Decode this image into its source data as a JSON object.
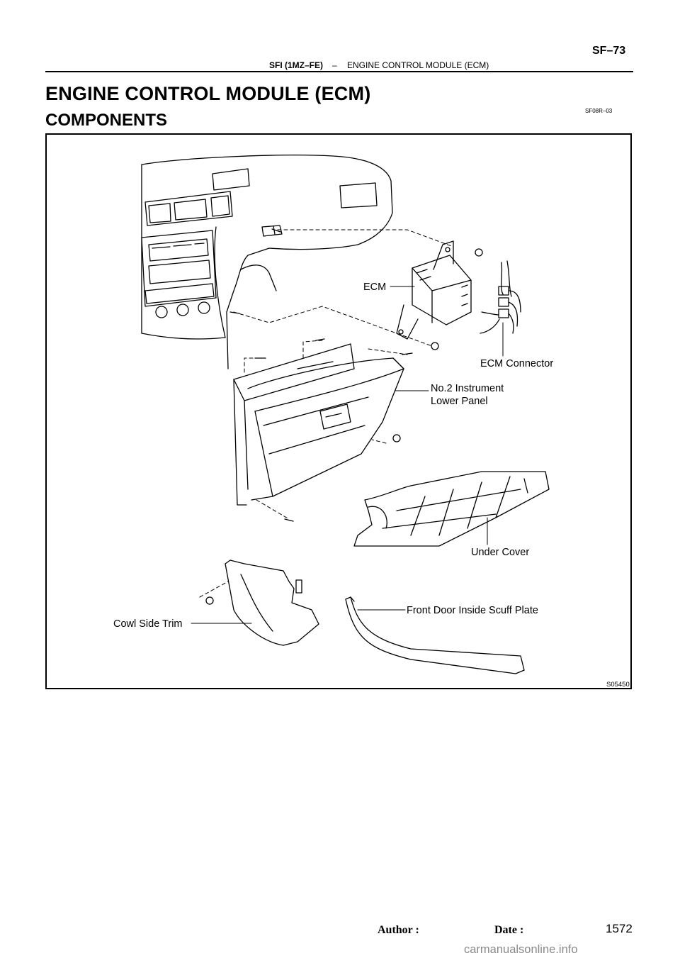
{
  "header": {
    "page_number": "SF–73",
    "left": "SFI (1MZ–FE)",
    "separator": "–",
    "right": "ENGINE CONTROL MODULE (ECM)"
  },
  "title": "ENGINE CONTROL MODULE (ECM)",
  "section": "COMPONENTS",
  "doc_code": "SF08R–03",
  "figure": {
    "code": "S05450",
    "labels": {
      "ecm": "ECM",
      "ecm_connector": "ECM Connector",
      "lower_panel_1": "No.2  Instrument",
      "lower_panel_2": "Lower Panel",
      "under_cover": "Under Cover",
      "scuff_plate": "Front Door Inside Scuff Plate",
      "cowl_trim": "Cowl Side Trim"
    }
  },
  "footer": {
    "author": "Author :",
    "date": "Date :",
    "page": "1572"
  },
  "watermark": "carmanualsonline.info"
}
